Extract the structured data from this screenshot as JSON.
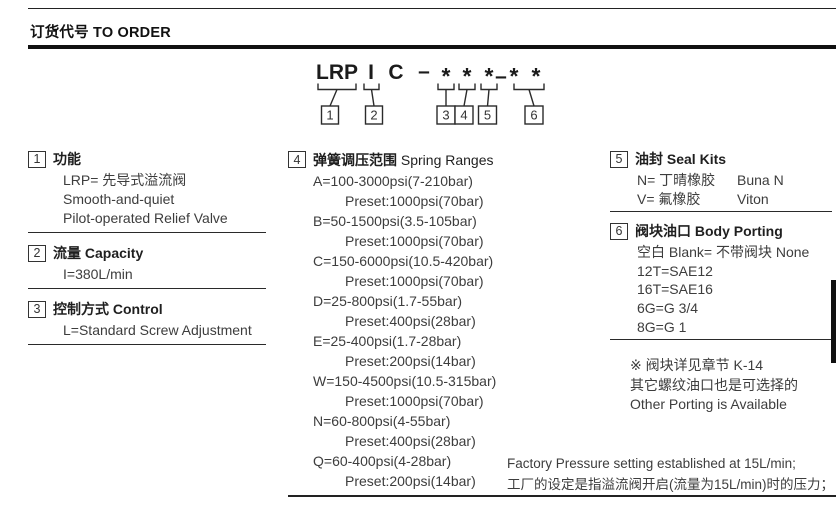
{
  "page_header": {
    "title": "订货代号 TO ORDER"
  },
  "model_code": {
    "family": "LRP",
    "capacity": "I",
    "type": "C",
    "dash1": "–",
    "star1": "*",
    "star2": "*",
    "star3": "*",
    "dash2": "–",
    "star4": "*",
    "star5": "*",
    "box1": "1",
    "box2": "2",
    "box3": "3",
    "box4": "4",
    "box5": "5",
    "box6": "6"
  },
  "section1": {
    "num": "1",
    "title": "功能",
    "line1": "LRP= 先导式溢流阀",
    "line2": "Smooth-and-quiet",
    "line3": "Pilot-operated Relief Valve"
  },
  "section2": {
    "num": "2",
    "title_zh": "流量",
    "title_en": "Capacity",
    "line1": "I=380L/min"
  },
  "section3": {
    "num": "3",
    "title_zh": "控制方式",
    "title_en": "Control",
    "line1": "L=Standard Screw Adjustment"
  },
  "section4": {
    "num": "4",
    "title_zh": "弹簧调压范围",
    "title_en": "Spring Ranges",
    "lines": [
      "A=100-3000psi(7-210bar)",
      "Preset:1000psi(70bar)",
      "B=50-1500psi(3.5-105bar)",
      "Preset:1000psi(70bar)",
      "C=150-6000psi(10.5-420bar)",
      "Preset:1000psi(70bar)",
      "D=25-800psi(1.7-55bar)",
      "Preset:400psi(28bar)",
      "E=25-400psi(1.7-28bar)",
      "Preset:200psi(14bar)",
      "W=150-4500psi(10.5-315bar)",
      "Preset:1000psi(70bar)",
      "N=60-800psi(4-55bar)",
      "Preset:400psi(28bar)",
      "Q=60-400psi(4-28bar)",
      "Preset:200psi(14bar)"
    ]
  },
  "section5": {
    "num": "5",
    "title_zh": "油封",
    "title_en": "Seal Kits",
    "row1": {
      "label": "N= 丁晴橡胶",
      "name": "Buna N"
    },
    "row2": {
      "label": "V= 氟橡胶",
      "name": "Viton"
    }
  },
  "section6": {
    "num": "6",
    "title_zh": "阀块油口",
    "title_en": "Body Porting",
    "line1": "空白 Blank= 不带阀块 None",
    "line2": "12T=SAE12",
    "line3": "16T=SAE16",
    "line4": "6G=G 3/4",
    "line5": "8G=G 1"
  },
  "notes": {
    "line1": "※ 阀块详见章节 K-14",
    "line2": "其它螺纹油口也是可选择的",
    "line3": "Other Porting is Available"
  },
  "factory_note": {
    "line1": "Factory Pressure setting established at 15L/min;",
    "line2": "工厂的设定是指溢流阀开启(流量为15L/min)时的压力；"
  },
  "colors": {
    "text": "#3d3d3d",
    "heading": "#1f1f1f",
    "rule": "#222222"
  }
}
